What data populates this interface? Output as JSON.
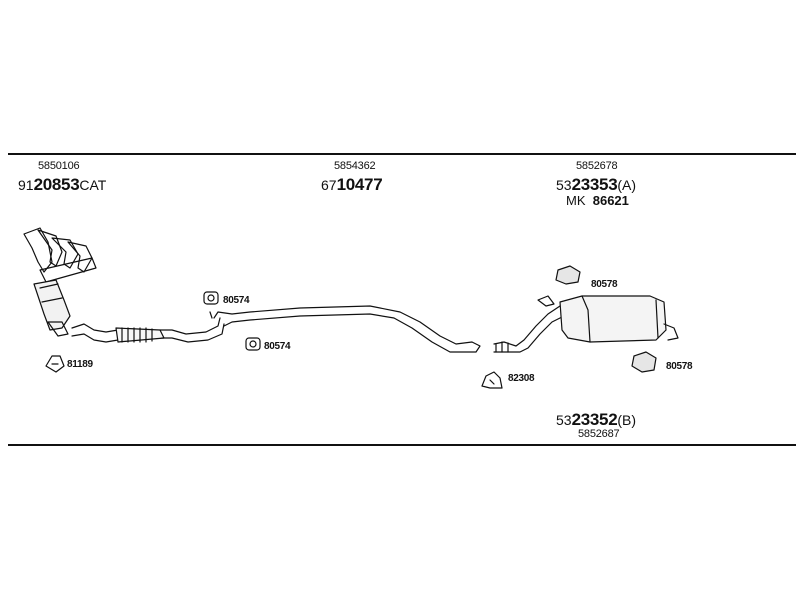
{
  "sections": {
    "manifold": {
      "oe_number": "5850106",
      "part_prefix": "91",
      "part_main": "20853",
      "part_suffix": "CAT"
    },
    "middle": {
      "oe_number": "5854362",
      "part_prefix": "67",
      "part_main": "10477",
      "part_suffix": ""
    },
    "rear_a": {
      "oe_number": "5852678",
      "part_prefix": "53",
      "part_main": "23353",
      "part_suffix": "(A)",
      "kit_label": "MK",
      "kit_number": "86621"
    },
    "rear_b": {
      "part_prefix": "53",
      "part_main": "23352",
      "part_suffix": "(B)",
      "oe_number": "5852687"
    }
  },
  "fittings": {
    "gasket": "81189",
    "hanger_upper": "80574",
    "hanger_lower": "80574",
    "clamp": "82308",
    "rear_hanger_upper": "80578",
    "rear_hanger_lower": "80578"
  }
}
